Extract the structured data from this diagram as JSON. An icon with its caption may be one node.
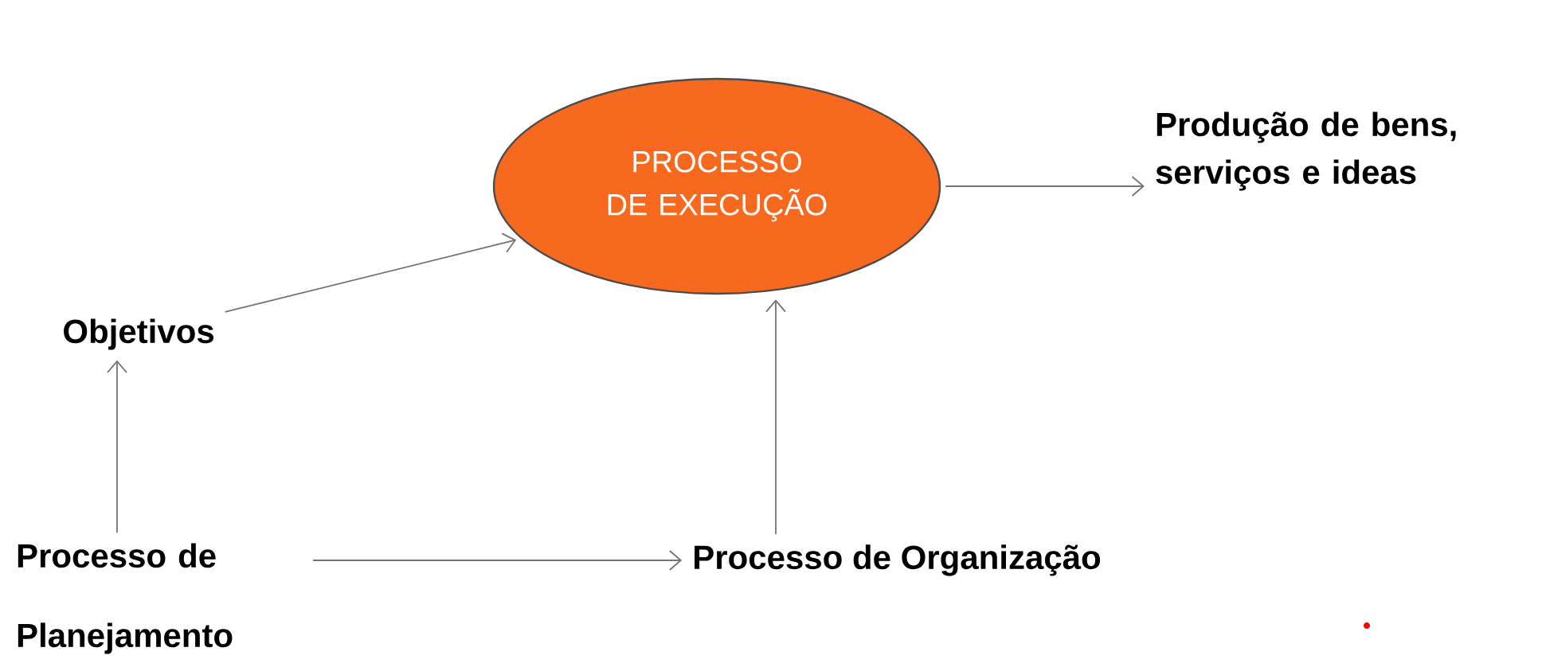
{
  "diagram": {
    "nodes": [
      {
        "text": [
          "PROCESSO DE EXECUÇÃO"
        ]
      },
      {
        "text": [
          "Produção de bens, serviços e ideas"
        ]
      },
      {
        "text": [
          "Objetivos"
        ]
      },
      {
        "text": [
          "Processo de Planejamento"
        ]
      },
      {
        "text": [
          "Processo de Organização"
        ]
      }
    ],
    "edges": [
      {
        "from": 2,
        "to": 0,
        "arrow": "to"
      },
      {
        "from": 0,
        "to": 1,
        "arrow": "to"
      },
      {
        "from": 3,
        "to": 2,
        "arrow": "to"
      },
      {
        "from": 3,
        "to": 4,
        "arrow": "to"
      },
      {
        "from": 4,
        "to": 0,
        "arrow": "to"
      }
    ]
  }
}
